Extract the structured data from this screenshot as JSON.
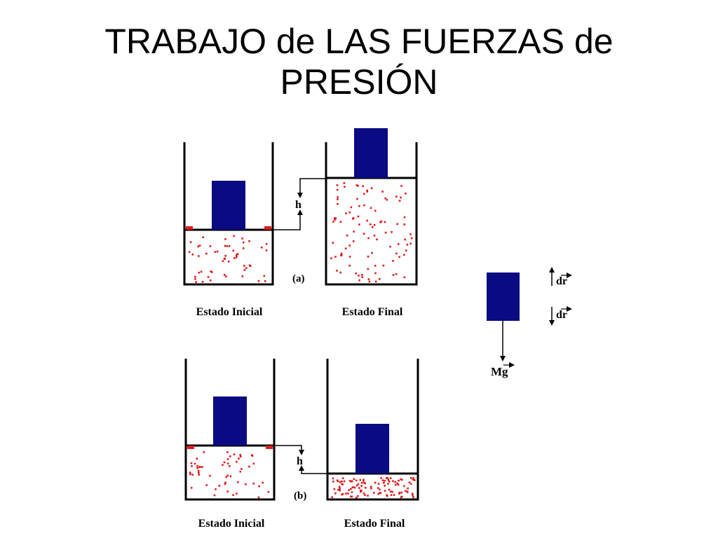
{
  "slide": {
    "title_line1": "TRABAJO de LAS FUERZAS de",
    "title_line2": "PRESIÓN"
  },
  "diagram": {
    "panel_a": {
      "caption": "(a)",
      "height_label": "h",
      "initial_label": "Estado Inicial",
      "final_label": "Estado Final"
    },
    "panel_b": {
      "caption": "(b)",
      "height_label": "h",
      "initial_label": "Estado Inicial",
      "final_label": "Estado Final"
    },
    "force": {
      "dr_up_label": "dr",
      "dr_down_label": "dr",
      "weight_label": "Mg"
    }
  },
  "colors": {
    "wall": "#000000",
    "block": "#0a0a82",
    "particles": "#e01b1b",
    "stops": "#e01b1b"
  }
}
